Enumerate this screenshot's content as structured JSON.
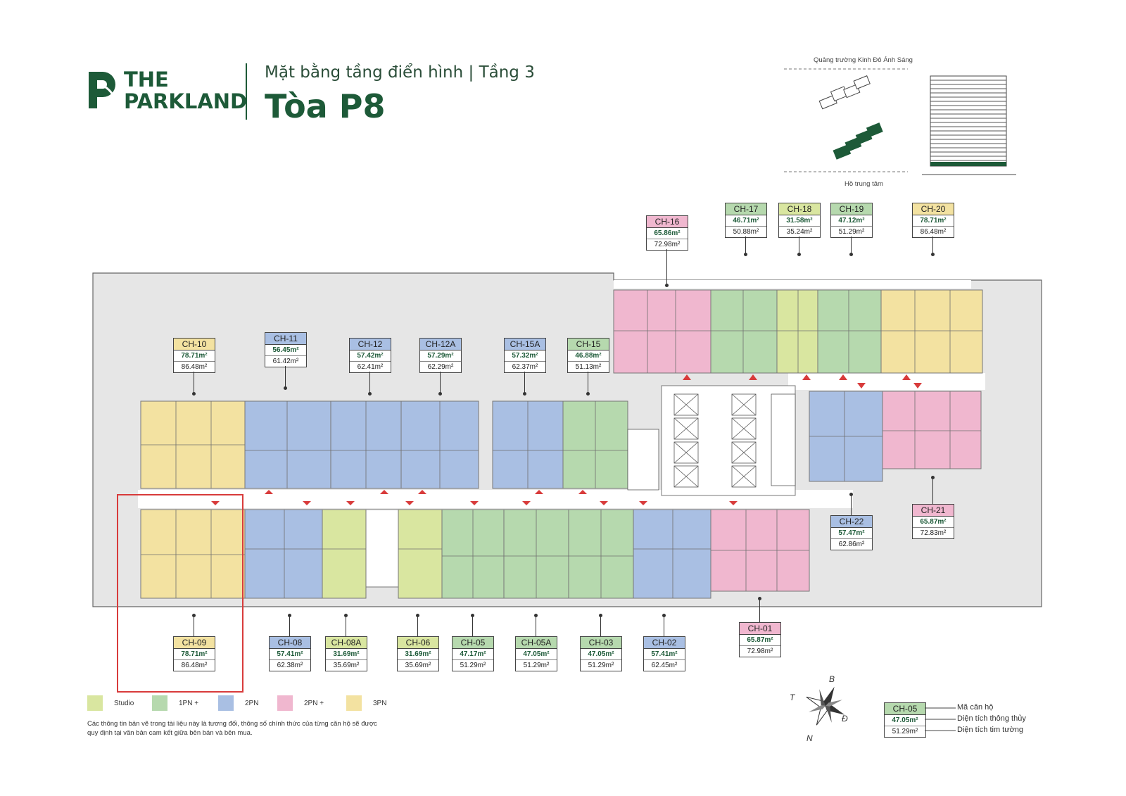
{
  "brand": {
    "line1": "THE",
    "line2": "PARKLAND"
  },
  "header": {
    "subtitle": "Mặt bằng tầng điển hình | Tầng 3",
    "title": "Tòa P8"
  },
  "site_map": {
    "top_label": "Quảng trường Kinh Đô Ánh Sáng",
    "bottom_label": "Hồ trung tâm"
  },
  "colors": {
    "studio": "#d9e6a0",
    "1pn_plus": "#b6d9ae",
    "2pn": "#a9bfe3",
    "2pn_plus": "#f0b7cf",
    "3pn": "#f3e2a1",
    "brand": "#1d5a38",
    "highlight": "#d83b3b"
  },
  "units": [
    {
      "code": "CH-16",
      "net": "65.86m²",
      "gross": "72.98m²",
      "type": "2pn_plus"
    },
    {
      "code": "CH-17",
      "net": "46.71m²",
      "gross": "50.88m²",
      "type": "1pn_plus"
    },
    {
      "code": "CH-18",
      "net": "31.58m²",
      "gross": "35.24m²",
      "type": "studio"
    },
    {
      "code": "CH-19",
      "net": "47.12m²",
      "gross": "51.29m²",
      "type": "1pn_plus"
    },
    {
      "code": "CH-20",
      "net": "78.71m²",
      "gross": "86.48m²",
      "type": "3pn"
    },
    {
      "code": "CH-10",
      "net": "78.71m²",
      "gross": "86.48m²",
      "type": "3pn"
    },
    {
      "code": "CH-11",
      "net": "56.45m²",
      "gross": "61.42m²",
      "type": "2pn"
    },
    {
      "code": "CH-12",
      "net": "57.42m²",
      "gross": "62.41m²",
      "type": "2pn"
    },
    {
      "code": "CH-12A",
      "net": "57.29m²",
      "gross": "62.29m²",
      "type": "2pn"
    },
    {
      "code": "CH-15A",
      "net": "57.32m²",
      "gross": "62.37m²",
      "type": "2pn"
    },
    {
      "code": "CH-15",
      "net": "46.88m²",
      "gross": "51.13m²",
      "type": "1pn_plus"
    },
    {
      "code": "CH-21",
      "net": "65.87m²",
      "gross": "72.83m²",
      "type": "2pn_plus"
    },
    {
      "code": "CH-22",
      "net": "57.47m²",
      "gross": "62.86m²",
      "type": "2pn"
    },
    {
      "code": "CH-01",
      "net": "65.87m²",
      "gross": "72.98m²",
      "type": "2pn_plus"
    },
    {
      "code": "CH-09",
      "net": "78.71m²",
      "gross": "86.48m²",
      "type": "3pn"
    },
    {
      "code": "CH-08",
      "net": "57.41m²",
      "gross": "62.38m²",
      "type": "2pn"
    },
    {
      "code": "CH-08A",
      "net": "31.69m²",
      "gross": "35.69m²",
      "type": "studio"
    },
    {
      "code": "CH-06",
      "net": "31.69m²",
      "gross": "35.69m²",
      "type": "studio"
    },
    {
      "code": "CH-05",
      "net": "47.17m²",
      "gross": "51.29m²",
      "type": "1pn_plus"
    },
    {
      "code": "CH-05A",
      "net": "47.05m²",
      "gross": "51.29m²",
      "type": "1pn_plus"
    },
    {
      "code": "CH-03",
      "net": "47.05m²",
      "gross": "51.29m²",
      "type": "1pn_plus"
    },
    {
      "code": "CH-02",
      "net": "57.41m²",
      "gross": "62.45m²",
      "type": "2pn"
    }
  ],
  "legend": [
    {
      "key": "studio",
      "label": "Studio"
    },
    {
      "key": "1pn_plus",
      "label": "1PN +"
    },
    {
      "key": "2pn",
      "label": "2PN"
    },
    {
      "key": "2pn_plus",
      "label": "2PN +"
    },
    {
      "key": "3pn",
      "label": "3PN"
    }
  ],
  "note": "Các thông tin bản vẽ trong tài liệu này là tương đối, thông số chính thức của từng căn hộ sẽ được quy định tại văn bản cam kết giữa bên bán và bên mua.",
  "compass": {
    "n": "B",
    "s": "N",
    "e": "Đ",
    "w": "T"
  },
  "key": {
    "code": "CH-05",
    "net": "47.05m²",
    "gross": "51.29m²",
    "code_label": "Mã căn hộ",
    "net_label": "Diện tích thông thủy",
    "gross_label": "Diện tích tim tường"
  }
}
